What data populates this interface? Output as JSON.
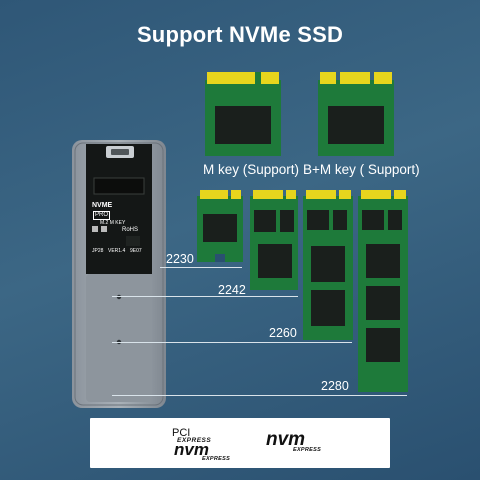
{
  "title": "Support NVMe SSD",
  "keys": {
    "m_key": "M key (Support)",
    "bm_key": "B+M key ( Support)"
  },
  "sizes": [
    "2230",
    "2242",
    "2260",
    "2280"
  ],
  "enclosure": {
    "nvme": "NVME",
    "pro": "PRO",
    "mkey": "M.2 M KEY",
    "rohs": "RoHS",
    "jp": "JP28",
    "ver": "VER1.4",
    "code": "9E07"
  },
  "logos": {
    "pci": "PCI",
    "pci_express": "EXPRESS",
    "nvm": "nvm",
    "nvm_express": "EXPRESS"
  },
  "colors": {
    "pcb_green": "#1e7a3a",
    "chip": "#1a1f1c",
    "gold_pins": "#f2df2a",
    "background": "#335d7c"
  }
}
